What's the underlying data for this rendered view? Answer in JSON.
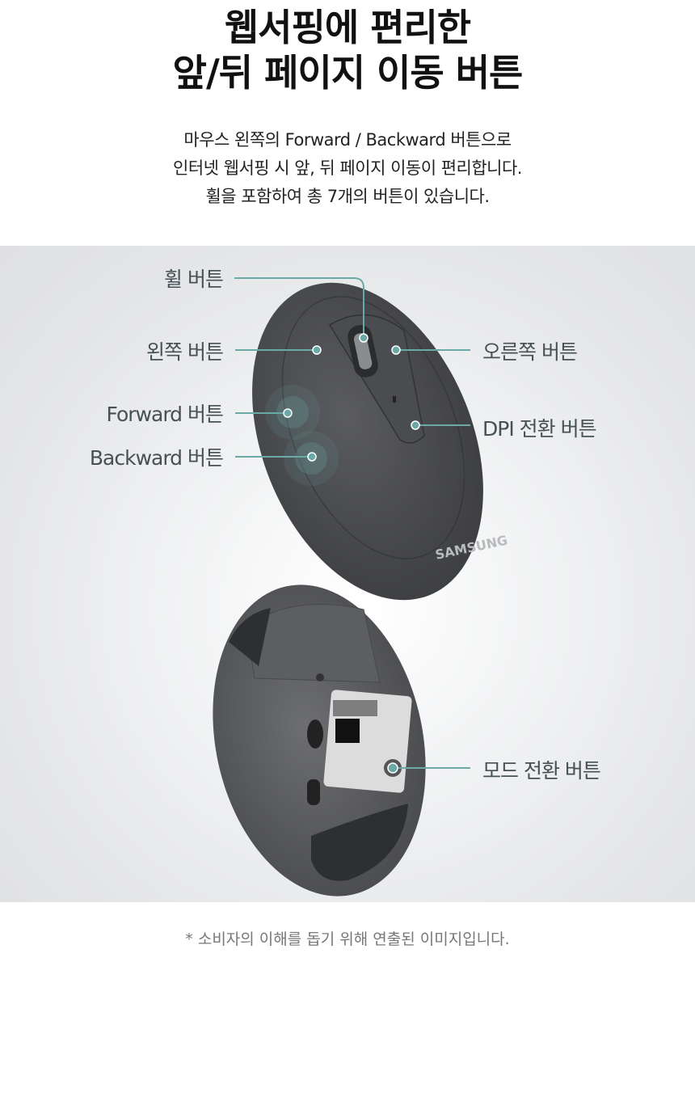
{
  "heading": {
    "line1": "웹서핑에 편리한",
    "line2": "앞/뒤 페이지 이동 버튼"
  },
  "description": {
    "line1": "마우스 왼쪽의 Forward / Backward 버튼으로",
    "line2": "인터넷 웹서핑 시 앞, 뒤 페이지 이동이 편리합니다.",
    "line3": "휠을 포함하여 총 7개의 버튼이 있습니다."
  },
  "diagram": {
    "labels": {
      "wheel": "휠 버튼",
      "left": "왼쪽 버튼",
      "right": "오른쪽 버튼",
      "forward": "Forward 버튼",
      "backward": "Backward 버튼",
      "dpi": "DPI 전환 버튼",
      "mode": "모드 전환 버튼"
    },
    "brand": "SAMSUNG",
    "accent_color": "#6aa9a6"
  },
  "footnote": "* 소비자의 이해를 돕기 위해 연출된 이미지입니다."
}
